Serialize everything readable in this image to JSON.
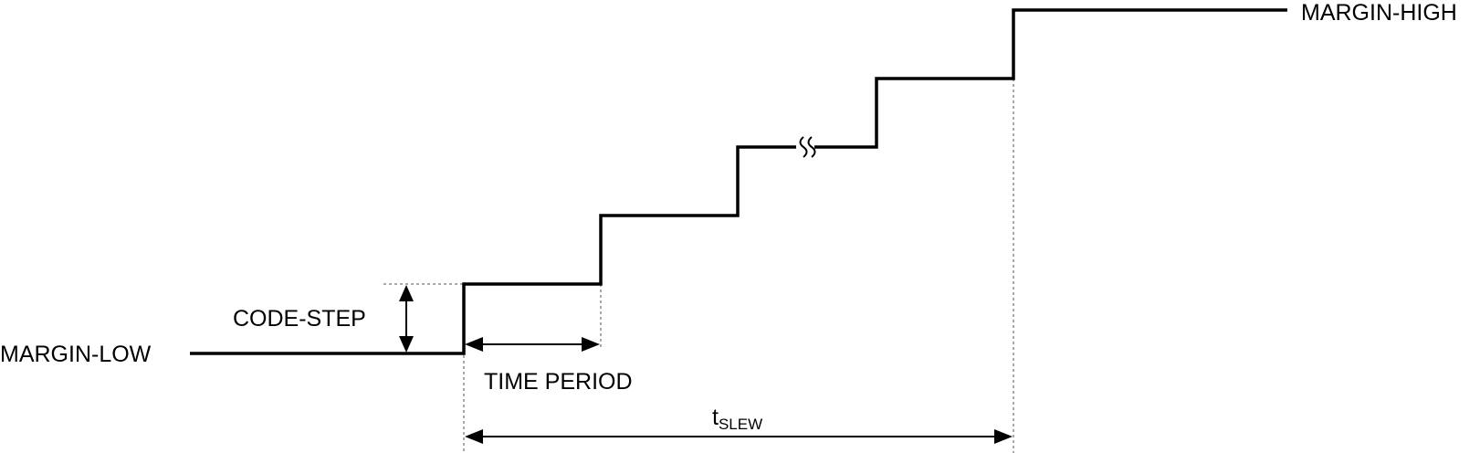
{
  "labels": {
    "margin_low": "MARGIN-LOW",
    "margin_high": "MARGIN-HIGH",
    "code_step": "CODE-STEP",
    "time_period": "TIME PERIOD",
    "t_slew_main": "t",
    "t_slew_sub": "SLEW"
  },
  "colors": {
    "line": "#000000",
    "guide": "#555555",
    "background": "#ffffff"
  }
}
